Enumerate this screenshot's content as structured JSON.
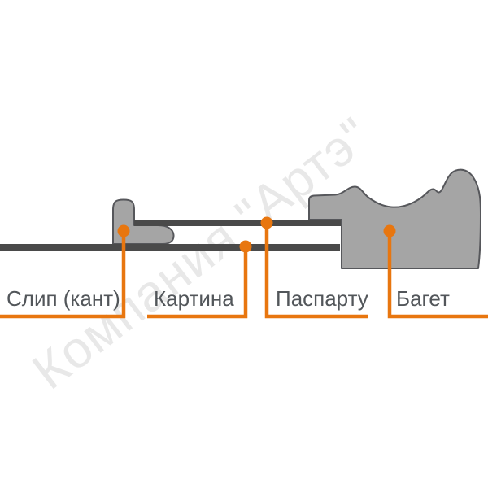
{
  "watermark": {
    "text": "Компания \"Артэ\""
  },
  "labels": {
    "slip": "Слип (кант)",
    "picture": "Картина",
    "passepartout": "Паспарту",
    "baguette": "Багет"
  },
  "colors": {
    "accent-orange": "#E8760F",
    "component-gray": "#A5A5A5",
    "component-outline": "#56575B",
    "dark-line": "#4A4A4A",
    "label-text": "#52565A",
    "watermark-gray": "#E8E8E8",
    "background": "#FFFFFF"
  }
}
